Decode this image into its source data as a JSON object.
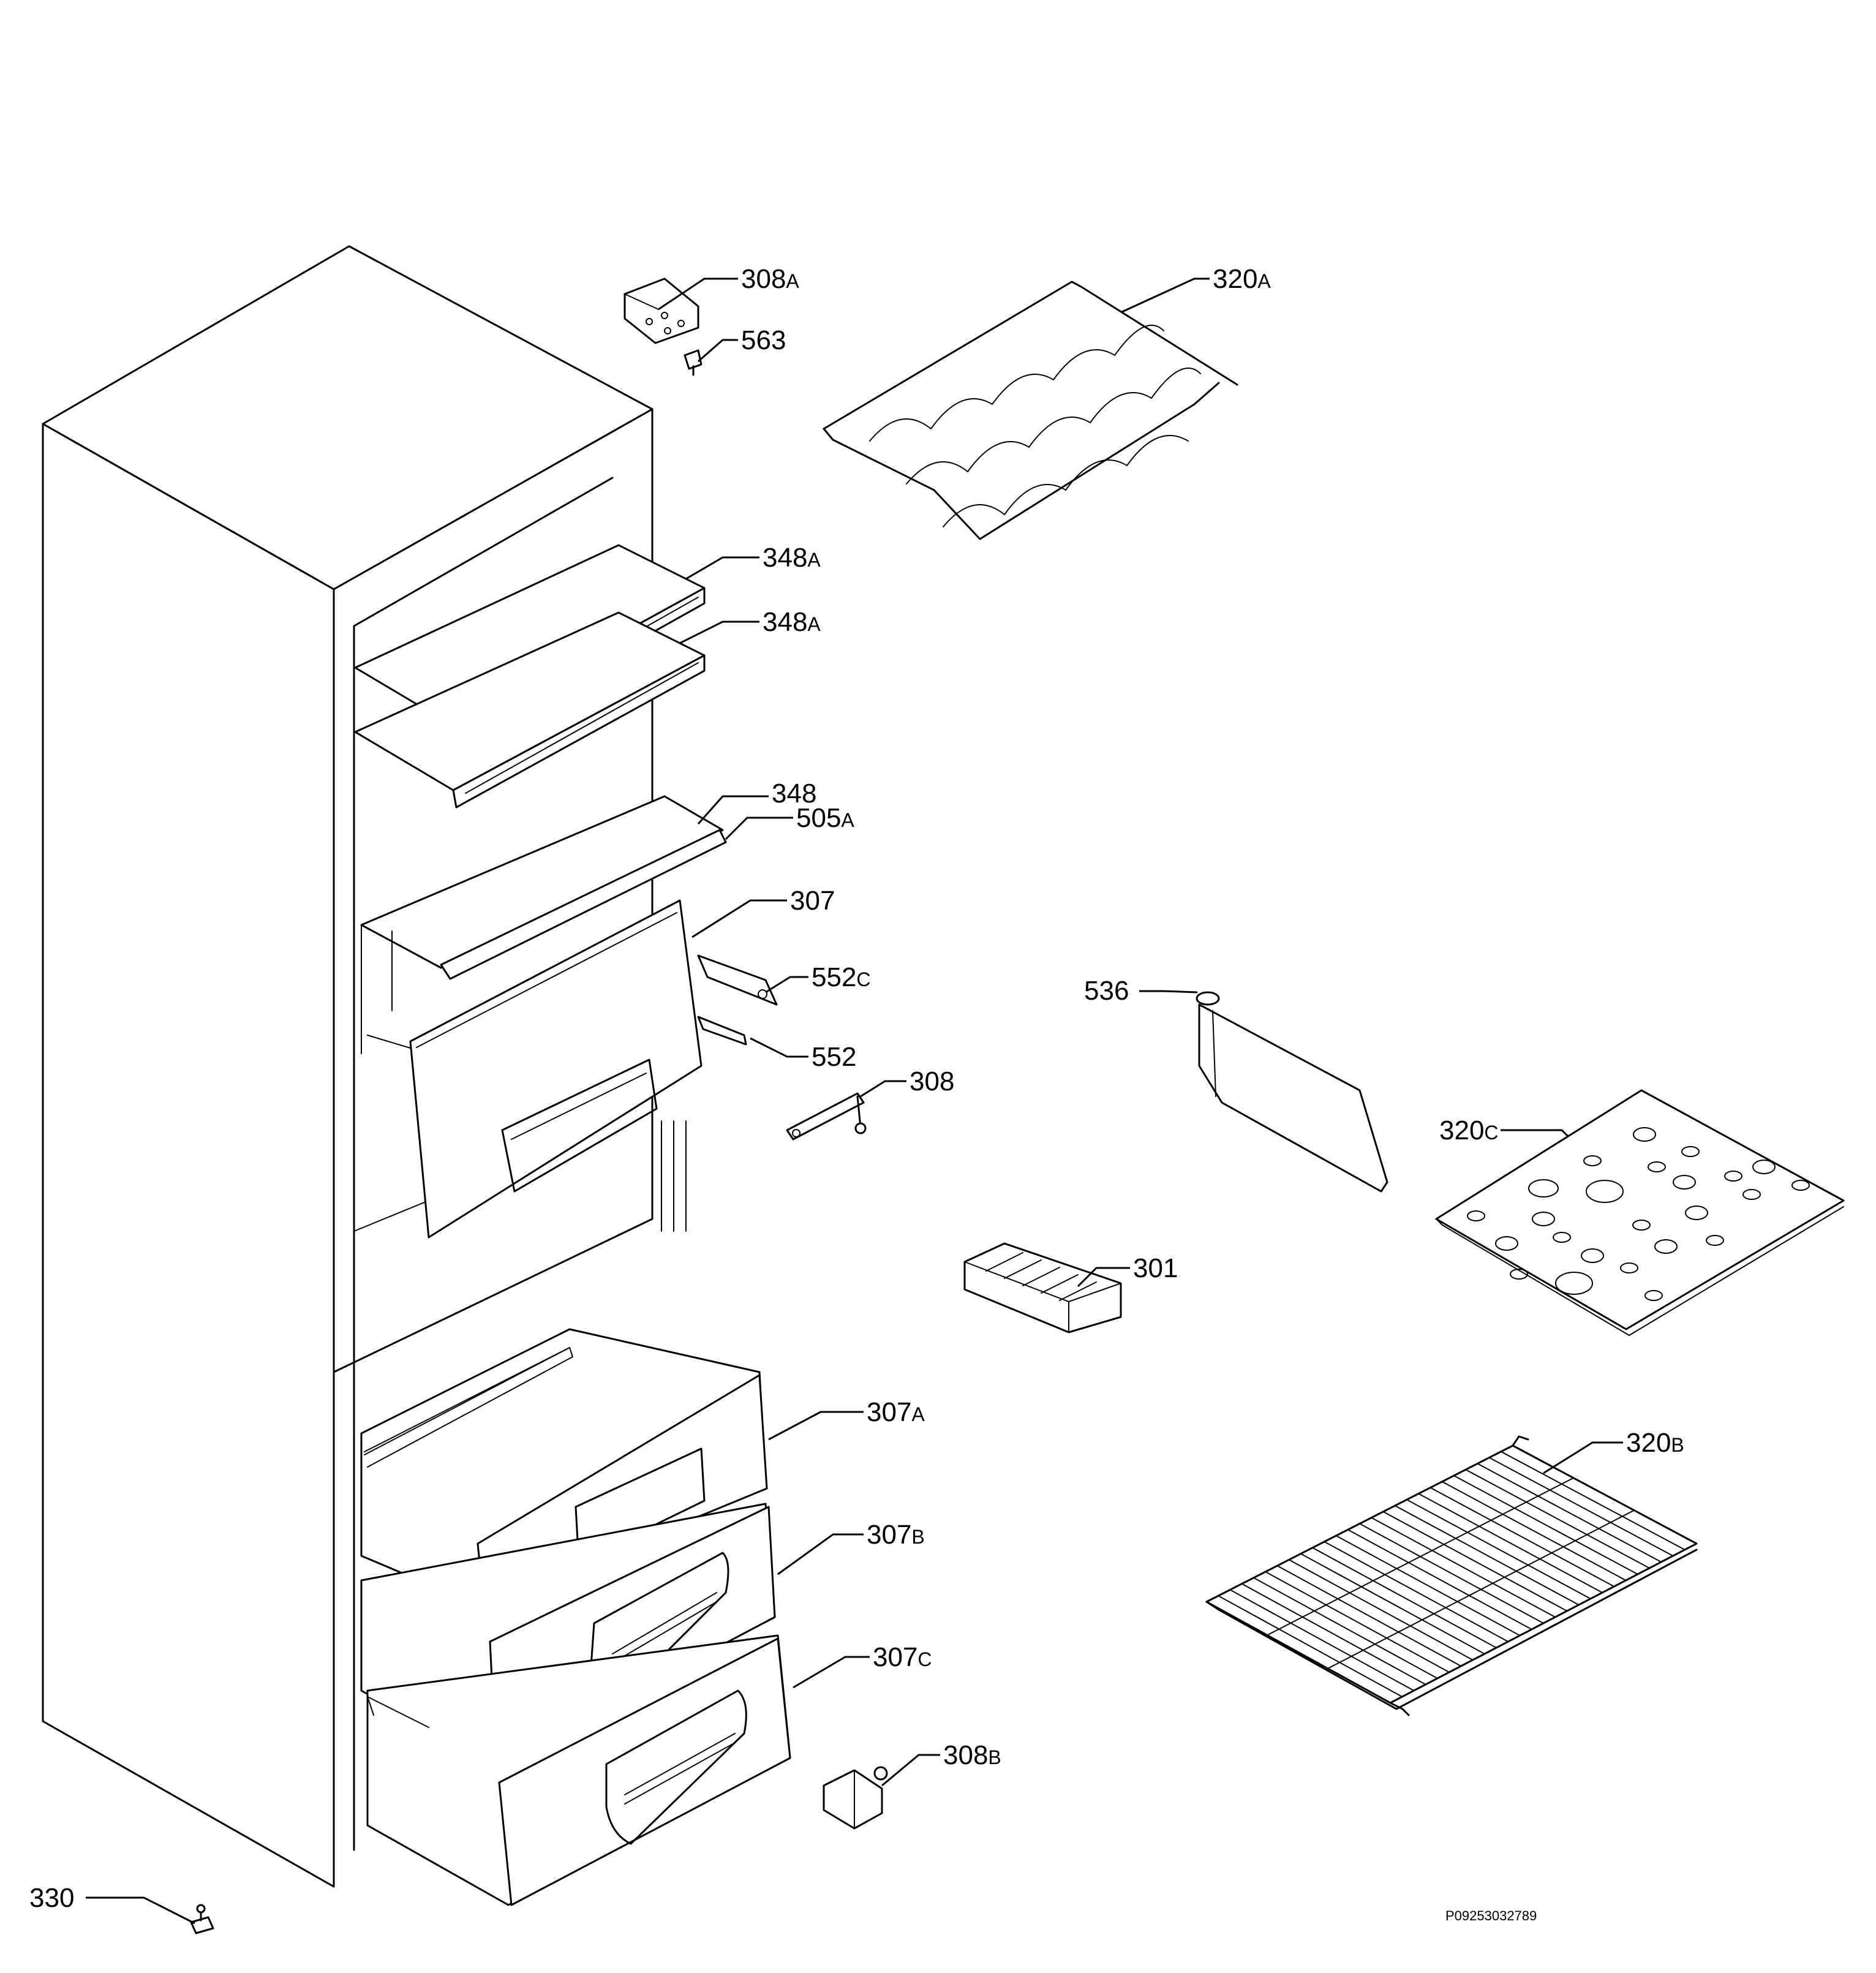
{
  "diagram": {
    "document_id": "P09253032789",
    "callouts": [
      {
        "id": "308A",
        "number": "308",
        "suffix": "A"
      },
      {
        "id": "563",
        "number": "563",
        "suffix": ""
      },
      {
        "id": "320A",
        "number": "320",
        "suffix": "A"
      },
      {
        "id": "348A-1",
        "number": "348",
        "suffix": "A"
      },
      {
        "id": "348A-2",
        "number": "348",
        "suffix": "A"
      },
      {
        "id": "348",
        "number": "348",
        "suffix": ""
      },
      {
        "id": "505A",
        "number": "505",
        "suffix": "A"
      },
      {
        "id": "307",
        "number": "307",
        "suffix": ""
      },
      {
        "id": "552C",
        "number": "552",
        "suffix": "C"
      },
      {
        "id": "552",
        "number": "552",
        "suffix": ""
      },
      {
        "id": "308",
        "number": "308",
        "suffix": ""
      },
      {
        "id": "536",
        "number": "536",
        "suffix": ""
      },
      {
        "id": "320C",
        "number": "320",
        "suffix": "C"
      },
      {
        "id": "301",
        "number": "301",
        "suffix": ""
      },
      {
        "id": "307A",
        "number": "307",
        "suffix": "A"
      },
      {
        "id": "307B",
        "number": "307",
        "suffix": "B"
      },
      {
        "id": "307C",
        "number": "307",
        "suffix": "C"
      },
      {
        "id": "320B",
        "number": "320",
        "suffix": "B"
      },
      {
        "id": "308B",
        "number": "308",
        "suffix": "B"
      },
      {
        "id": "330",
        "number": "330",
        "suffix": ""
      }
    ]
  }
}
